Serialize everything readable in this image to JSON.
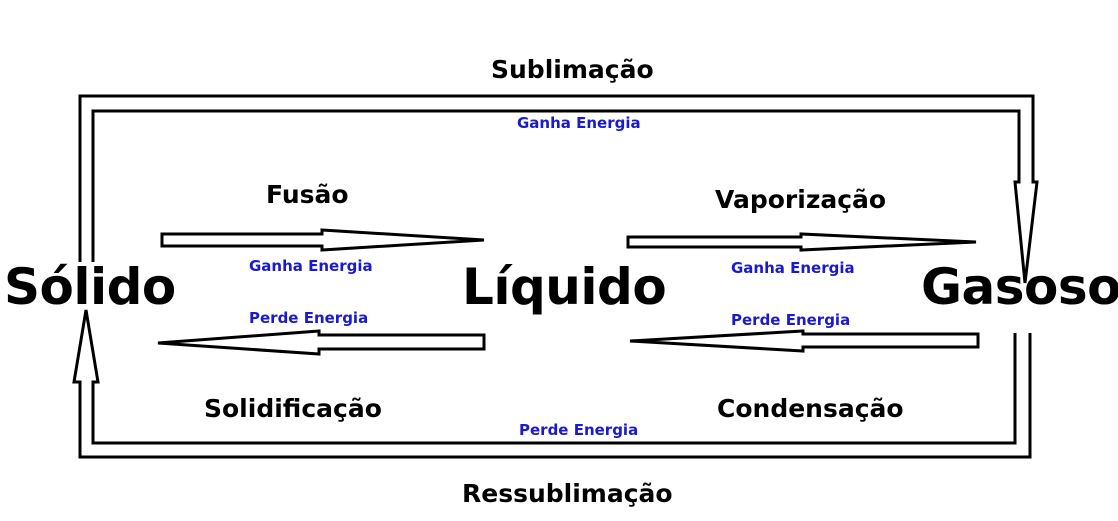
{
  "states": {
    "solid": "Sólido",
    "liquid": "Líquido",
    "gas": "Gasoso"
  },
  "processes": {
    "sublimation": "Sublimação",
    "fusion": "Fusão",
    "vaporization": "Vaporização",
    "solidification": "Solidificação",
    "condensation": "Condensação",
    "resublimation": "Ressublimação"
  },
  "energy": {
    "sublimation": "Ganha Energia",
    "fusion": "Ganha Energia",
    "vaporization": "Ganha Energia",
    "solidification": "Perde Energia",
    "condensation": "Perde Energia",
    "resublimation": "Perde Energia"
  },
  "colors": {
    "text": "#000000",
    "energy_text": "#1a1acc",
    "stroke": "#000000"
  }
}
